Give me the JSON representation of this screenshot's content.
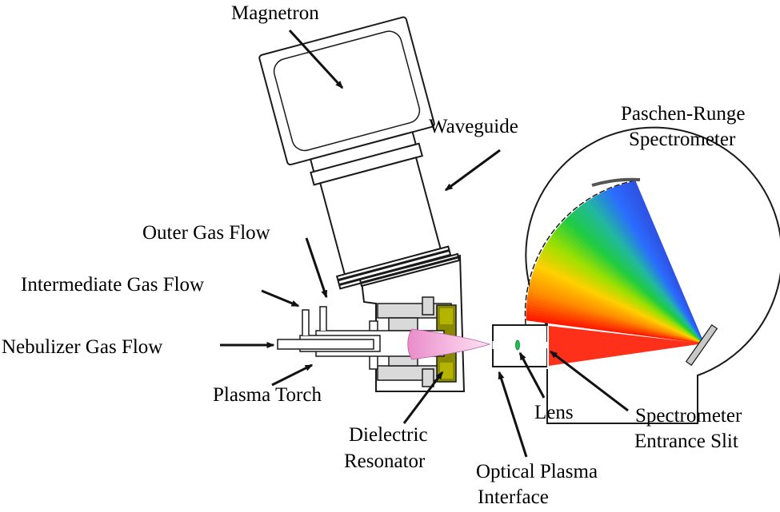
{
  "diagram": {
    "labels": {
      "magnetron": "Magnetron",
      "waveguide": "Waveguide",
      "spectrometer_line1": "Paschen-Runge",
      "spectrometer_line2": "Spectrometer",
      "outer_gas_flow": "Outer Gas Flow",
      "intermediate_gas_flow": "Intermediate Gas Flow",
      "nebulizer_gas_flow": "Nebulizer Gas Flow",
      "plasma_torch": "Plasma Torch",
      "dielectric_line1": "Dielectric",
      "dielectric_line2": "Resonator",
      "lens": "Lens",
      "slit_line1": "Spectrometer",
      "slit_line2": "Entrance Slit",
      "interface_line1": "Optical Plasma",
      "interface_line2": "Interface"
    },
    "colors": {
      "outline": "#1a1a1a",
      "housing_fill": "#ffffff",
      "part_fill": "#d9d9d9",
      "resonator_fill": "#8a8a00",
      "resonator_light": "#b3b300",
      "plasma": "#f3a6d6",
      "lens": "#22bb55",
      "grating": "#c8c8c8",
      "spectrum": [
        "#ff1a00",
        "#ff8a00",
        "#ffd000",
        "#9be000",
        "#20cc40",
        "#22b8a0",
        "#2a6cff",
        "#3050e0"
      ]
    }
  }
}
